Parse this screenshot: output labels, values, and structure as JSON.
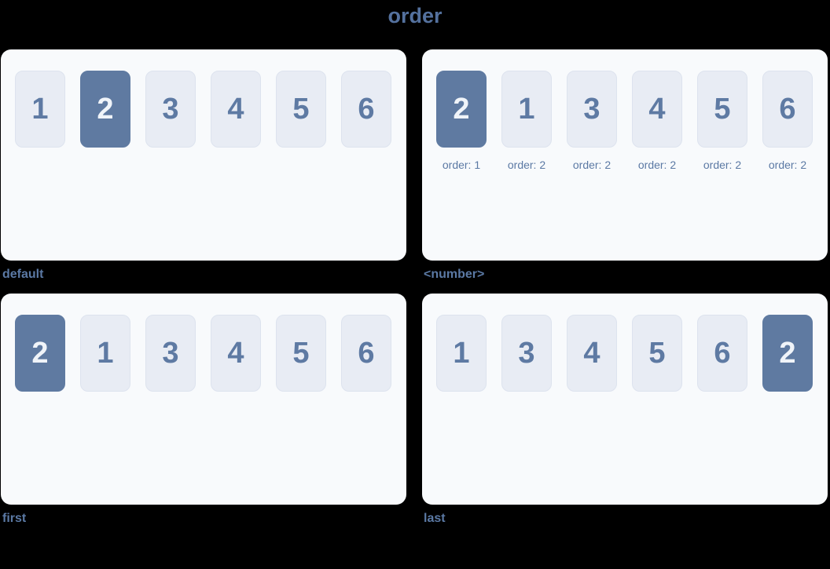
{
  "title": "order",
  "colors": {
    "page_bg": "#000000",
    "panel_bg": "#f8fafc",
    "box_bg": "#e8ecf4",
    "box_border": "#dde3ee",
    "box_text": "#5e7aa3",
    "highlight_bg": "#5f7aa1",
    "highlight_text": "#f0f4f9",
    "label_text": "#5b79a4",
    "title_text": "#54719e"
  },
  "panels": [
    {
      "label": "default",
      "boxes": [
        {
          "n": "1",
          "highlight": false
        },
        {
          "n": "2",
          "highlight": true
        },
        {
          "n": "3",
          "highlight": false
        },
        {
          "n": "4",
          "highlight": false
        },
        {
          "n": "5",
          "highlight": false
        },
        {
          "n": "6",
          "highlight": false
        }
      ]
    },
    {
      "label": "<number>",
      "boxes": [
        {
          "n": "2",
          "highlight": true,
          "order": "order: 1"
        },
        {
          "n": "1",
          "highlight": false,
          "order": "order: 2"
        },
        {
          "n": "3",
          "highlight": false,
          "order": "order: 2"
        },
        {
          "n": "4",
          "highlight": false,
          "order": "order: 2"
        },
        {
          "n": "5",
          "highlight": false,
          "order": "order: 2"
        },
        {
          "n": "6",
          "highlight": false,
          "order": "order: 2"
        }
      ]
    },
    {
      "label": "first",
      "boxes": [
        {
          "n": "2",
          "highlight": true
        },
        {
          "n": "1",
          "highlight": false
        },
        {
          "n": "3",
          "highlight": false
        },
        {
          "n": "4",
          "highlight": false
        },
        {
          "n": "5",
          "highlight": false
        },
        {
          "n": "6",
          "highlight": false
        }
      ]
    },
    {
      "label": "last",
      "boxes": [
        {
          "n": "1",
          "highlight": false
        },
        {
          "n": "3",
          "highlight": false
        },
        {
          "n": "4",
          "highlight": false
        },
        {
          "n": "5",
          "highlight": false
        },
        {
          "n": "6",
          "highlight": false
        },
        {
          "n": "2",
          "highlight": true
        }
      ]
    }
  ]
}
